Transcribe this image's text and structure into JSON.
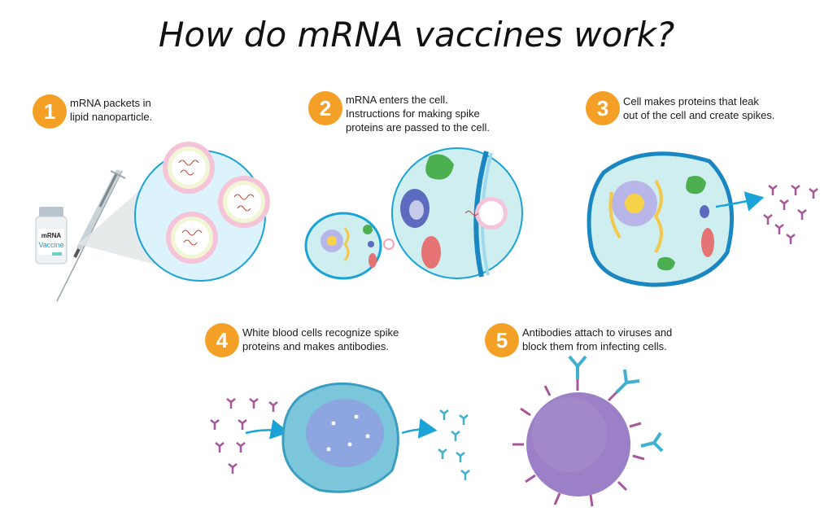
{
  "title": "How do mRNA vaccines work?",
  "colors": {
    "badge": "#f4a026",
    "cell_border": "#1aa3d6",
    "cell_fill": "#cfeef0",
    "antibody_pink": "#a8569a",
    "antibody_blue": "#3fb0cf",
    "arrow": "#1aa3d6"
  },
  "steps": [
    {
      "number": "1",
      "lines": [
        "mRNA packets in",
        "lipid nanoparticle."
      ]
    },
    {
      "number": "2",
      "lines": [
        "mRNA enters the cell.",
        "Instructions for making spike",
        "proteins are passed to the cell."
      ]
    },
    {
      "number": "3",
      "lines": [
        "Cell makes proteins that leak",
        "out of the cell and create spikes."
      ]
    },
    {
      "number": "4",
      "lines": [
        "White blood cells recognize spike",
        "proteins and makes antibodies."
      ]
    },
    {
      "number": "5",
      "lines": [
        "Antibodies attach to viruses and",
        "block them from infecting cells."
      ]
    }
  ],
  "vial": {
    "line1": "mRNA",
    "line2": "Vaccine"
  },
  "icons": [
    "vaccine-vial-icon",
    "syringe-icon",
    "lipid-nanoparticle-icon",
    "cell-icon",
    "white-blood-cell-icon",
    "virus-icon",
    "antibody-icon",
    "arrow-icon"
  ]
}
